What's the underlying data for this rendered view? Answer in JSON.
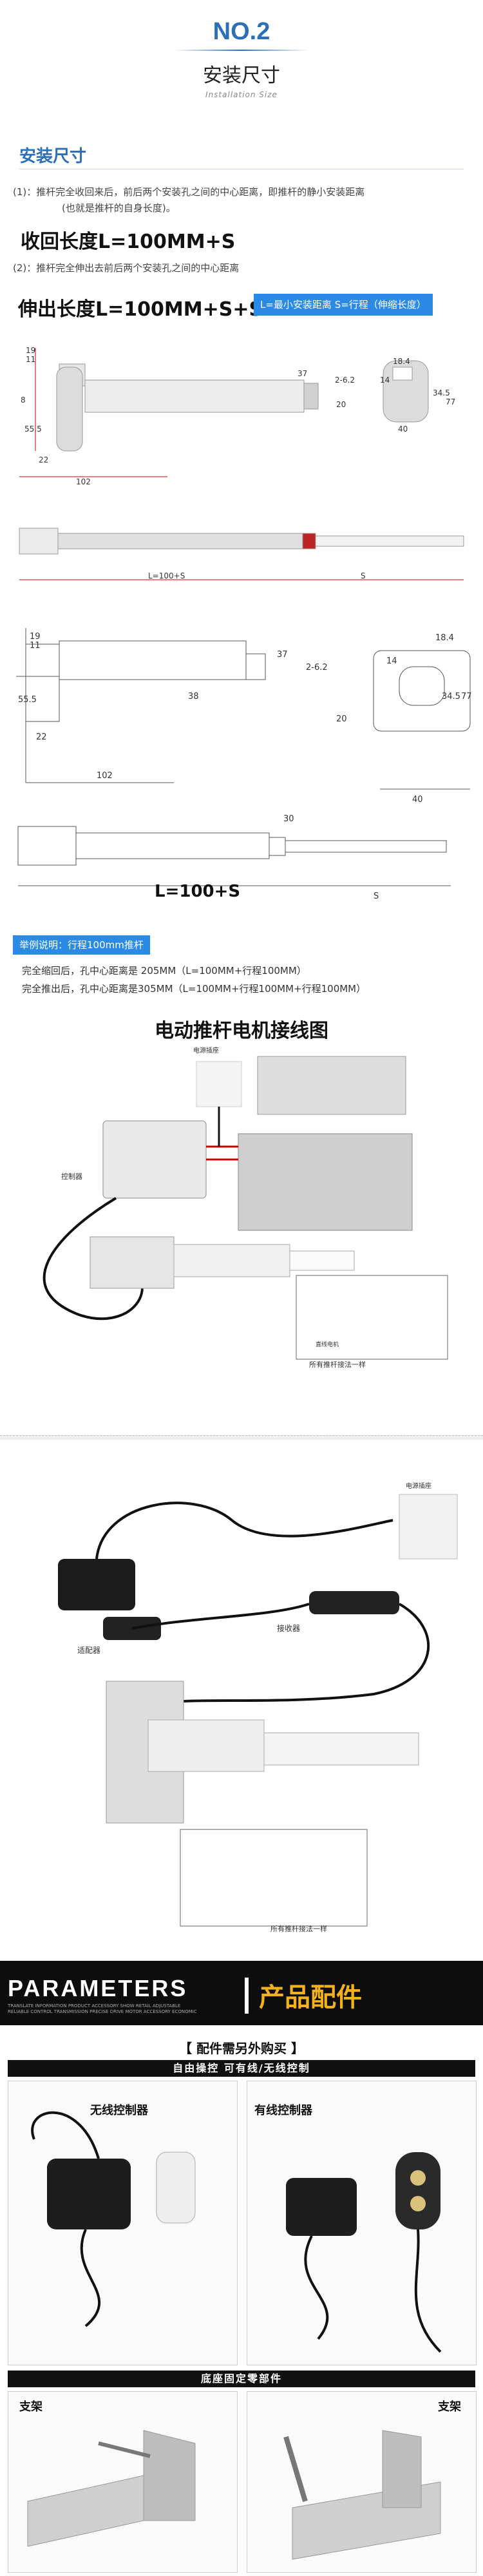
{
  "header": {
    "number": "NO.2",
    "title_cn": "安装尺寸",
    "title_en": "Installation Size"
  },
  "install": {
    "section_title": "安装尺寸",
    "note1": "(1)：推杆完全收回来后，前后两个安装孔之间的中心距离，即推杆的静小安装距离",
    "note1b": "(也就是推杆的自身长度)。",
    "formula1": "收回长度L=100MM+S",
    "note2": "(2)：推杆完全伸出去前后两个安装孔之间的中心距离",
    "formula2": "伸出长度L=100MM+S+S",
    "tag": "L=最小安装距离  S=行程（伸缩长度）"
  },
  "dims": {
    "d1": "19",
    "d2": "11",
    "d3": "8",
    "d4": "55.5",
    "d5": "22",
    "d6": "102",
    "d7": "37",
    "d8": "2-6.2",
    "d9": "20",
    "d10": "14",
    "d11": "18.4",
    "d12": "34.5",
    "d13": "77",
    "d14": "40",
    "d15": "38",
    "d16": "30",
    "l_small": "L=100+S",
    "s": "S",
    "l_big": "L=100+S"
  },
  "example": {
    "tag": "举例说明：行程100mm推杆",
    "line1": "完全缩回后，孔中心距离是 205MM（L=100MM+行程100MM）",
    "line2": "完全推出后，孔中心距离是305MM（L=100MM+行程100MM+行程100MM）"
  },
  "wiring": {
    "title": "电动推杆电机接线图",
    "socket_label": "电源插座",
    "controller_label": "控制器",
    "caption1": "所有推杆接法一样",
    "caption1b": "直线电机",
    "remote_label": "适配器",
    "receiver_label": "接收器",
    "plug_label": "电源插座",
    "caption2": "所有推杆接法一样"
  },
  "parameters": {
    "en": "PARAMETERS",
    "cn": "产品配件",
    "sub": "TRANSLATE INFORMATION PRODUCT ACCESSORY SHOW RETAIL ADJUSTABLE RELIABLE CONTROL TRANSMISSION PRECISE DRIVE MOTOR ACCESSORY ECONOMIC"
  },
  "accessories": {
    "title": "【 配件需另外购买 】",
    "bar1": "自由操控  可有线/无线控制",
    "wireless": "无线控制器",
    "wired": "有线控制器",
    "bar2": "底座固定零部件",
    "bracket_left": "支架",
    "bracket_right": "支架"
  },
  "colors": {
    "accent": "#2c6fb7",
    "tag_blue": "#2b8ae3",
    "banner_gold": "#f3b21b"
  }
}
